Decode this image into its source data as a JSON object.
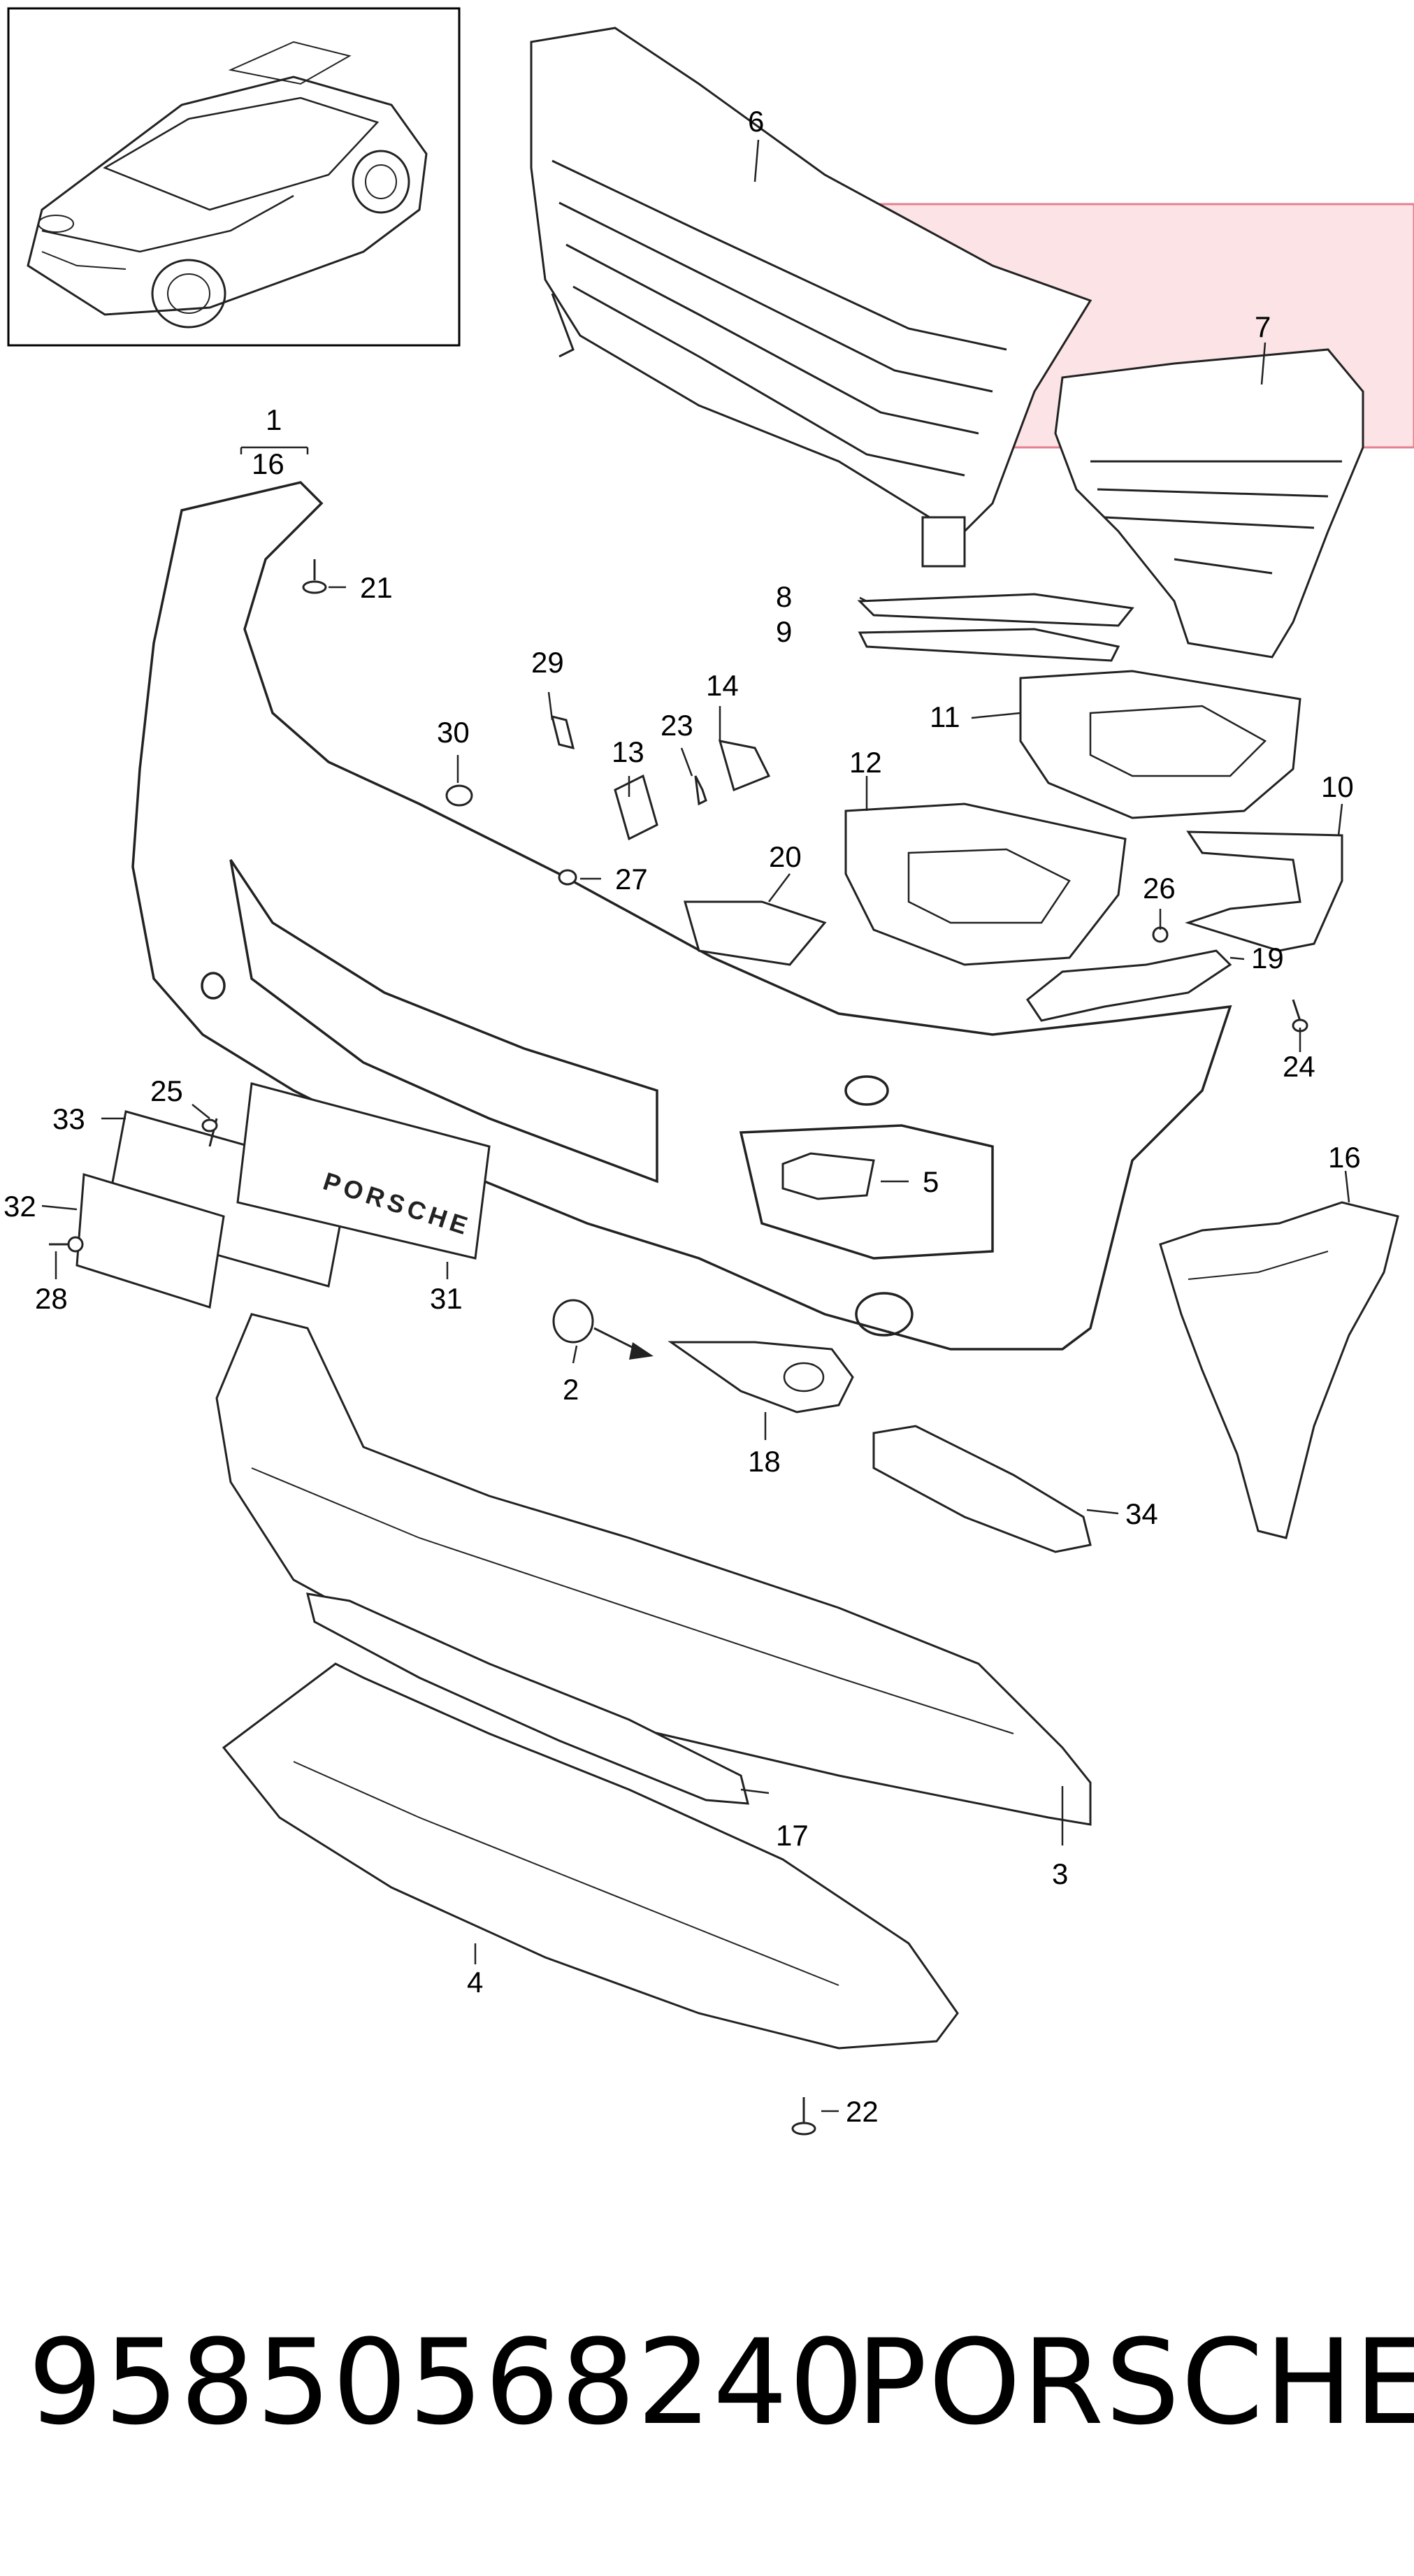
{
  "callouts": {
    "c1": "1",
    "c16a": "16",
    "c2": "2",
    "c3": "3",
    "c4": "4",
    "c5": "5",
    "c6": "6",
    "c7": "7",
    "c8": "8",
    "c9": "9",
    "c10": "10",
    "c11": "11",
    "c12": "12",
    "c13": "13",
    "c14": "14",
    "c16b": "16",
    "c17": "17",
    "c18": "18",
    "c19": "19",
    "c20": "20",
    "c21": "21",
    "c22": "22",
    "c23": "23",
    "c24": "24",
    "c25": "25",
    "c26": "26",
    "c27": "27",
    "c28": "28",
    "c29": "29",
    "c30": "30",
    "c31": "31",
    "c32": "32",
    "c33": "33",
    "c34": "34"
  },
  "part_number": "95850568240",
  "brand": "PORSCHE",
  "plate_lettering": "PORSCHE",
  "highlight_color": "#f7d6db"
}
